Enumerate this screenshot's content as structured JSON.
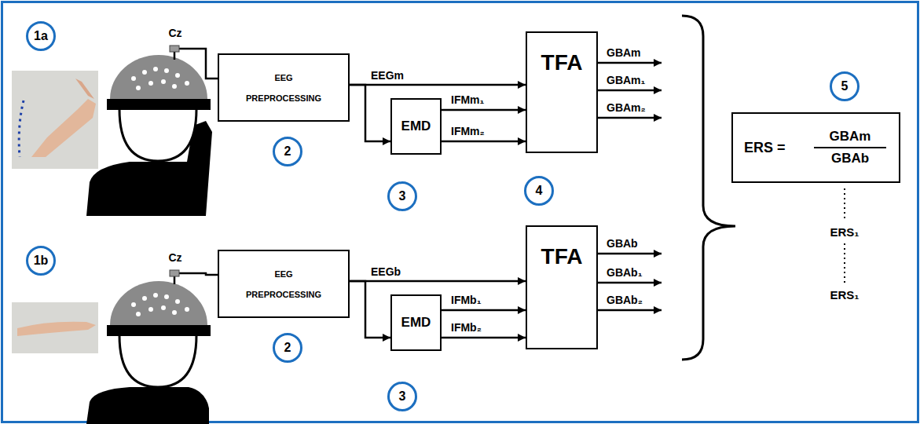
{
  "diagram": {
    "nodes": [
      {
        "text": [
          "EEG PREPROCESSING"
        ]
      },
      {
        "text": [
          "EMD"
        ]
      },
      {
        "text": [
          "TFA"
        ]
      },
      {
        "text": [
          "EEG PREPROCESSING"
        ]
      },
      {
        "text": [
          "EMD"
        ]
      },
      {
        "text": [
          "TFA"
        ]
      },
      {
        "text": [
          "ERS =",
          "GBAm",
          "GBAb"
        ]
      }
    ],
    "edges": [
      {
        "from": 0,
        "to": 2,
        "arrow": "to",
        "label": "EEGm"
      },
      {
        "from": 0,
        "to": 1,
        "arrow": "to"
      },
      {
        "from": 1,
        "to": 2,
        "arrow": "to",
        "label": "IFMm₁"
      },
      {
        "from": 1,
        "to": 2,
        "arrow": "to",
        "label": "IFMm₂"
      },
      {
        "from": 3,
        "to": 5,
        "arrow": "to",
        "label": "EEGb"
      },
      {
        "from": 3,
        "to": 4,
        "arrow": "to"
      },
      {
        "from": 4,
        "to": 5,
        "arrow": "to",
        "label": "IFMb₁"
      },
      {
        "from": 4,
        "to": 5,
        "arrow": "to",
        "label": "IFMb₂"
      }
    ],
    "labels": [
      "1a",
      "Cz",
      "2",
      "3",
      "4",
      "GBAm",
      "GBAm₁",
      "GBAm₂",
      "5",
      "1b",
      "Cz",
      "2",
      "3",
      "GBAb",
      "GBAb₁",
      "GBAb₂",
      "ERS₁",
      "ERS₁"
    ]
  }
}
